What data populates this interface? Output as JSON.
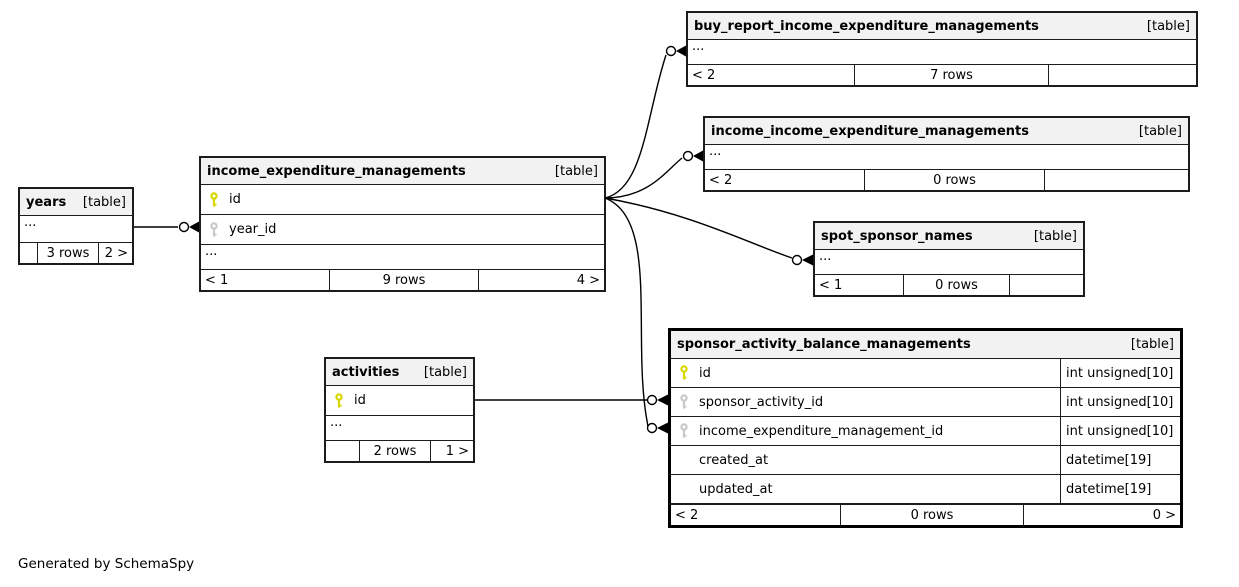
{
  "note": "Generated by SchemaSpy",
  "colors": {
    "header_bg": "#f2f2f2",
    "border": "#1c1c1c",
    "primary_key_icon": "#d8d800",
    "foreign_key_icon": "#c9c9c9",
    "wire": "#000000"
  },
  "tables": {
    "years": {
      "name": "years",
      "tag": "[table]",
      "ellipsis": "...",
      "footer": {
        "left": "",
        "center": "3 rows",
        "right": "2 >"
      }
    },
    "income_expenditure_managements": {
      "name": "income_expenditure_managements",
      "tag": "[table]",
      "columns": [
        {
          "name": "id",
          "key": "primary"
        },
        {
          "name": "year_id",
          "key": "foreign"
        }
      ],
      "ellipsis": "...",
      "footer": {
        "left": "< 1",
        "center": "9 rows",
        "right": "4 >"
      }
    },
    "buy_report_income_expenditure_managements": {
      "name": "buy_report_income_expenditure_managements",
      "tag": "[table]",
      "ellipsis": "...",
      "footer": {
        "left": "< 2",
        "center": "7 rows",
        "right": ""
      }
    },
    "income_income_expenditure_managements": {
      "name": "income_income_expenditure_managements",
      "tag": "[table]",
      "ellipsis": "...",
      "footer": {
        "left": "< 2",
        "center": "0 rows",
        "right": ""
      }
    },
    "spot_sponsor_names": {
      "name": "spot_sponsor_names",
      "tag": "[table]",
      "ellipsis": "...",
      "footer": {
        "left": "< 1",
        "center": "0 rows",
        "right": ""
      }
    },
    "activities": {
      "name": "activities",
      "tag": "[table]",
      "columns": [
        {
          "name": "id",
          "key": "primary"
        }
      ],
      "ellipsis": "...",
      "footer": {
        "left": "",
        "center": "2 rows",
        "right": "1 >"
      }
    },
    "sponsor_activity_balance_managements": {
      "name": "sponsor_activity_balance_managements",
      "tag": "[table]",
      "columns": [
        {
          "name": "id",
          "type": "int unsigned[10]",
          "key": "primary"
        },
        {
          "name": "sponsor_activity_id",
          "type": "int unsigned[10]",
          "key": "foreign"
        },
        {
          "name": "income_expenditure_management_id",
          "type": "int unsigned[10]",
          "key": "foreign"
        },
        {
          "name": "created_at",
          "type": "datetime[19]",
          "key": "none"
        },
        {
          "name": "updated_at",
          "type": "datetime[19]",
          "key": "none"
        }
      ],
      "footer": {
        "left": "< 2",
        "center": "0 rows",
        "right": "0 >"
      }
    }
  },
  "relationships": [
    {
      "from": "years",
      "to": "income_expenditure_managements",
      "to_column": "year_id"
    },
    {
      "from": "income_expenditure_managements",
      "from_column": "id",
      "to": "buy_report_income_expenditure_managements"
    },
    {
      "from": "income_expenditure_managements",
      "from_column": "id",
      "to": "income_income_expenditure_managements"
    },
    {
      "from": "income_expenditure_managements",
      "from_column": "id",
      "to": "spot_sponsor_names"
    },
    {
      "from": "income_expenditure_managements",
      "from_column": "id",
      "to": "sponsor_activity_balance_managements",
      "to_column": "income_expenditure_management_id"
    },
    {
      "from": "activities",
      "from_column": "id",
      "to": "sponsor_activity_balance_managements",
      "to_column": "sponsor_activity_id"
    }
  ]
}
